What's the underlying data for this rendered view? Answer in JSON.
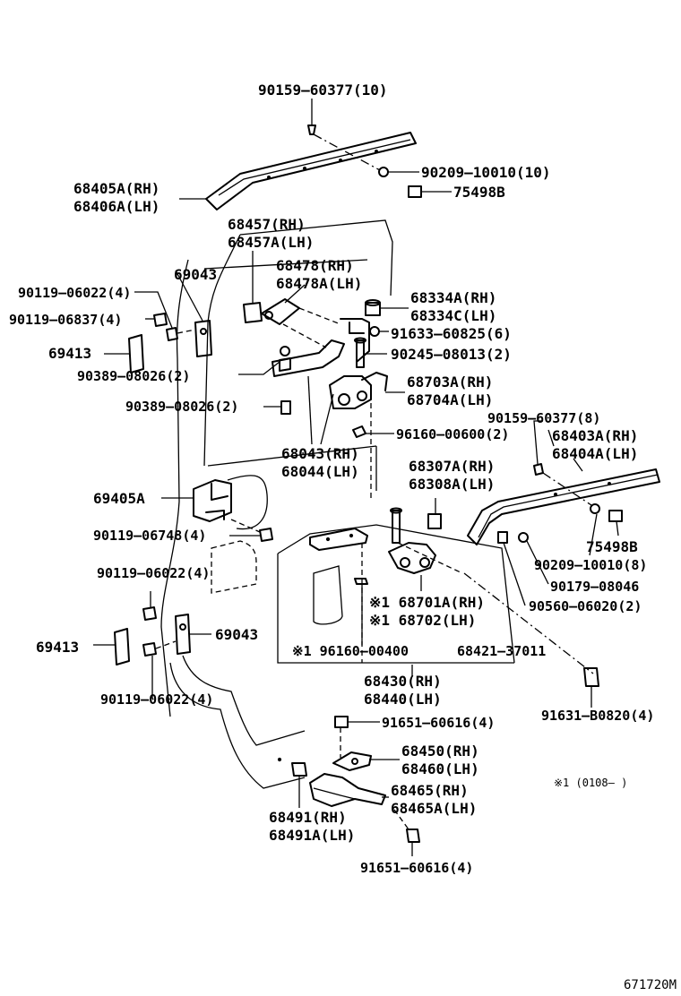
{
  "labels": {
    "p90159_60377_10": "90159–60377(10)",
    "p90209_10010_10": "90209–10010(10)",
    "p75498b_top": "75498B",
    "p68405a": "68405A(RH)",
    "p68406a": "68406A(LH)",
    "p68457": "68457(RH)",
    "p68457a": "68457A(LH)",
    "p69043_top": "69043",
    "p68478": "68478(RH)",
    "p68478a": "68478A(LH)",
    "p90119_06022_top": "90119–06022(4)",
    "p90119_06837": "90119–06837(4)",
    "p69413_top": "69413",
    "p68334a": "68334A(RH)",
    "p68334c": "68334C(LH)",
    "p91633_60825": "91633–60825(6)",
    "p90245_08013": "90245–08013(2)",
    "p90389_08026_a": "90389–08026(2)",
    "p68703a": "68703A(RH)",
    "p68704a": "68704A(LH)",
    "p90389_08026_b": "90389–08026(2)",
    "p96160_00600": "96160–00600(2)",
    "p90159_60377_8": "90159–60377(8)",
    "p68403a": "68403A(RH)",
    "p68404a": "68404A(LH)",
    "p68043": "68043(RH)",
    "p68044": "68044(LH)",
    "p68307a": "68307A(RH)",
    "p68308a": "68308A(LH)",
    "p69405a": "69405A",
    "p90119_06748": "90119–06748(4)",
    "p75498b_right": "75498B",
    "p90209_10010_8": "90209–10010(8)",
    "p90119_06022_mid": "90119–06022(4)",
    "p90179_08046": "90179–08046",
    "p68701a": "※1 68701A(RH)",
    "p68702": "※1 68702(LH)",
    "p90560_06020": "90560–06020(2)",
    "p69413_bottom": "69413",
    "p69043_bottom": "69043",
    "p96160_00400": "※1 96160–00400",
    "p68421_37011": "68421–37011",
    "p68430": "68430(RH)",
    "p68440": "68440(LH)",
    "p90119_06022_bottom": "90119–06022(4)",
    "p91631_b0820": "91631–B0820(4)",
    "p91651_60616_a": "91651–60616(4)",
    "p68450": "68450(RH)",
    "p68460": "68460(LH)",
    "p68465": "68465(RH)",
    "p68465a": "68465A(LH)",
    "footnote": "※1 (0108–      )",
    "p68491": "68491(RH)",
    "p68491a": "68491A(LH)",
    "p91651_60616_b": "91651–60616(4)",
    "drawing_number": "671720M"
  }
}
